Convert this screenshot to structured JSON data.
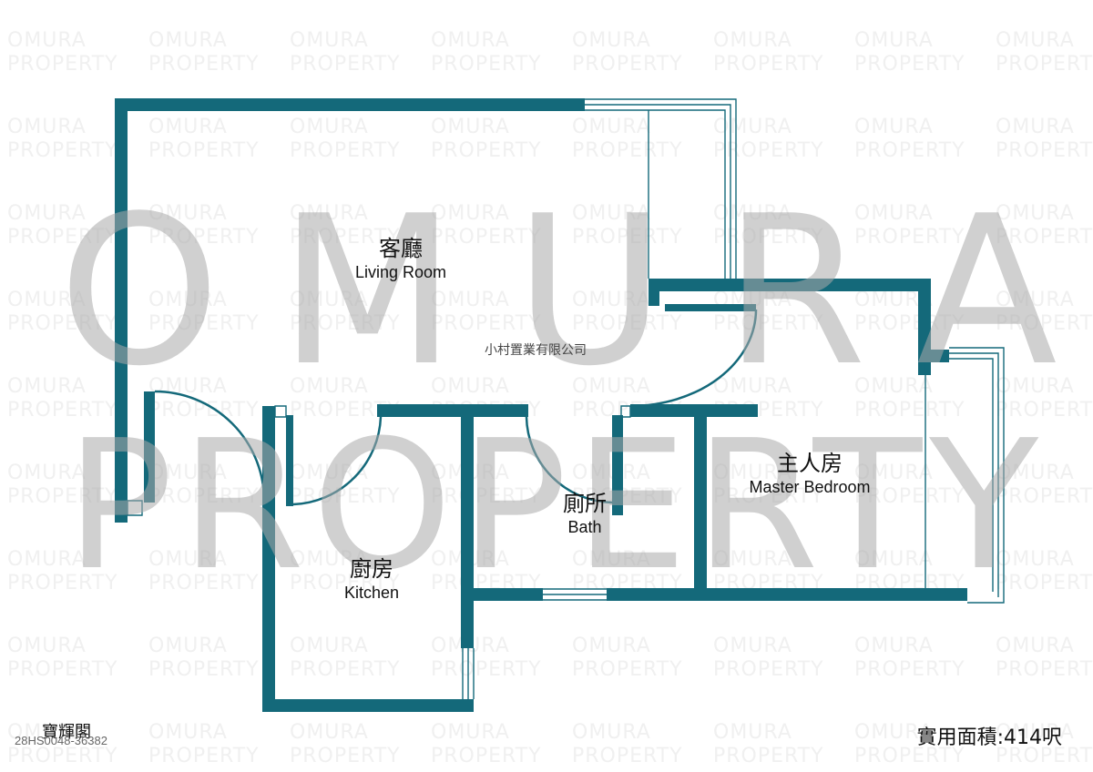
{
  "colors": {
    "wall": "#14697a",
    "thin_line": "#14697a",
    "watermark": "#b4b4b4",
    "tile": "#eeeeee"
  },
  "watermark": {
    "line1": "OMURA",
    "line2": "PROPERTY"
  },
  "company_name": "小村置業有限公司",
  "rooms": [
    {
      "id": "living",
      "cn": "客廳",
      "en": "Living Room"
    },
    {
      "id": "kitchen",
      "cn": "廚房",
      "en": "Kitchen"
    },
    {
      "id": "bath",
      "cn": "廁所",
      "en": "Bath"
    },
    {
      "id": "master",
      "cn": "主人房",
      "en": "Master Bedroom"
    }
  ],
  "footer": {
    "building_name": "寶輝閣",
    "reference": "28HS0048-36382",
    "area": "實用面積:414呎"
  }
}
